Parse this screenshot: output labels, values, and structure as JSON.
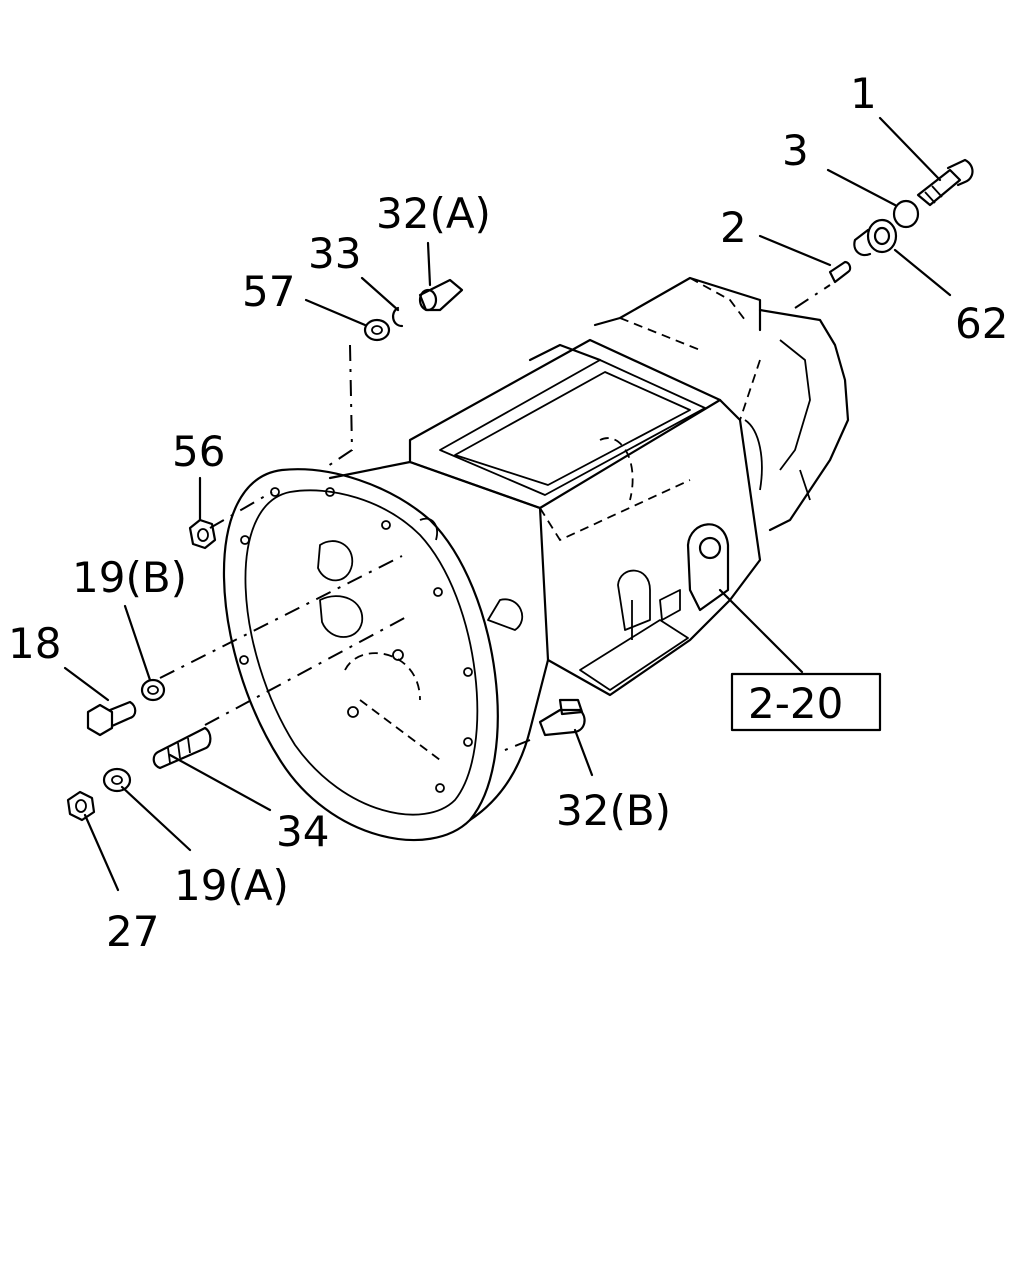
{
  "labels": {
    "p1": "1",
    "p2": "2",
    "p3": "3",
    "p62": "62",
    "p32a": "32(A)",
    "p33": "33",
    "p57": "57",
    "p56": "56",
    "p19b": "19(B)",
    "p18": "18",
    "p34": "34",
    "p19a": "19(A)",
    "p27": "27",
    "p32b": "32(B)",
    "ref": "2-20"
  }
}
